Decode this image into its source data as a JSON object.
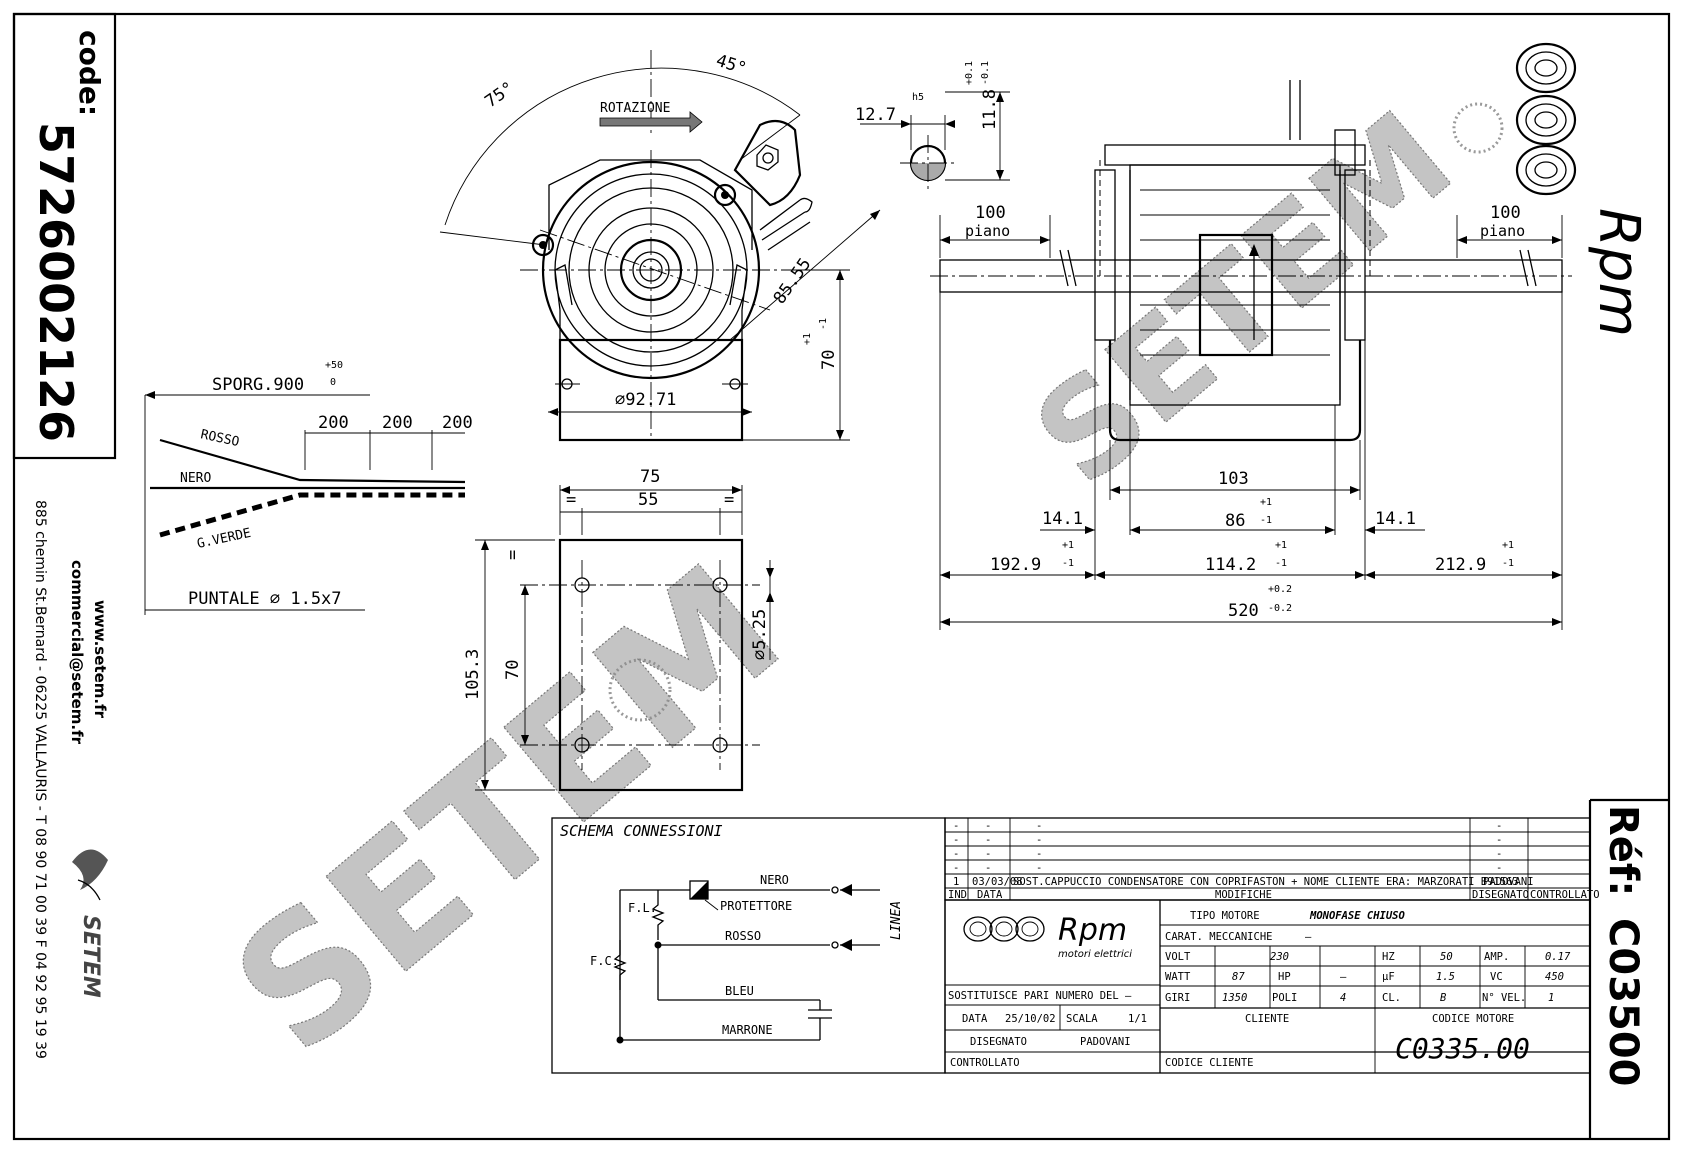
{
  "side_panel": {
    "code_label": "code:",
    "code_value": "5726002126",
    "website": "www.setem.fr",
    "email": "commercial@setem.fr",
    "address": "885 chemin St.Bernard  -  06225 VALLAURIS  -  T 08 90 71 00 39  F 04 92 95 19 39",
    "setem_logo_text": "SETEM"
  },
  "right_panel": {
    "brand": "Rpm",
    "ref_label": "Réf:",
    "ref_value": "C03500"
  },
  "watermark": {
    "text": "SETEM",
    "mark": "©"
  },
  "front_view": {
    "angle_left": "75°",
    "angle_right": "45°",
    "rotation_label": "ROTAZIONE",
    "diag_dim": "85.55",
    "height_dim": "70",
    "height_tol_plus": "+1",
    "height_tol_minus": "-1",
    "base_diameter": "⌀92.71"
  },
  "shaft_detail": {
    "diameter": "12.7",
    "fit": "h5",
    "flat_dim": "11.8",
    "flat_tol_plus": "+0.1",
    "flat_tol_minus": "-0.1"
  },
  "side_view": {
    "left_piano_len": "100",
    "left_piano_label": "piano",
    "right_piano_len": "100",
    "right_piano_label": "piano",
    "dim_103": "103",
    "dim_86": "86",
    "dim_86_tol_plus": "+1",
    "dim_86_tol_minus": "-1",
    "dim_14_left": "14.1",
    "dim_14_right": "14.1",
    "dim_192": "192.9",
    "dim_192_tol_plus": "+1",
    "dim_192_tol_minus": "-1",
    "dim_114": "114.2",
    "dim_114_tol_plus": "+1",
    "dim_114_tol_minus": "-1",
    "dim_212": "212.9",
    "dim_212_tol_plus": "+1",
    "dim_212_tol_minus": "-1",
    "dim_520": "520",
    "dim_520_tol_plus": "+0.2",
    "dim_520_tol_minus": "-0.2"
  },
  "cable": {
    "sporg_label": "SPORG.900",
    "sporg_tol_plus": "+50",
    "sporg_tol_minus": "0",
    "seg1": "200",
    "seg2": "200",
    "seg3": "200",
    "wire_red": "ROSSO",
    "wire_black": "NERO",
    "wire_green": "G.VERDE",
    "tip_label": "PUNTALE ⌀ 1.5x7"
  },
  "bracket": {
    "width": "75",
    "hole_spacing": "55",
    "eq": "=",
    "height": "105.3",
    "hole_vertical": "70",
    "hole_dia": "⌀5.25"
  },
  "schema": {
    "title": "SCHEMA CONNESSIONI",
    "nero": "NERO",
    "protettore": "PROTETTORE",
    "rosso": "ROSSO",
    "bleu": "BLEU",
    "marrone": "MARRONE",
    "linea": "LINEA",
    "fl": "F.L.",
    "fc": "F.C."
  },
  "revisions": {
    "rows": [
      {
        "ind": "-",
        "data": "-",
        "desc": "-",
        "dis": "-",
        "ctrl": ""
      },
      {
        "ind": "-",
        "data": "-",
        "desc": "-",
        "dis": "-",
        "ctrl": ""
      },
      {
        "ind": "-",
        "data": "-",
        "desc": "-",
        "dis": "-",
        "ctrl": ""
      },
      {
        "ind": "-",
        "data": "-",
        "desc": "-",
        "dis": "-",
        "ctrl": ""
      },
      {
        "ind": "1",
        "data": "03/03/08",
        "desc": "SOST.CAPPUCCIO CONDENSATORE CON COPRIFASTON + NOME CLIENTE ERA: MARZORATI B91563",
        "dis": "PADOVANI",
        "ctrl": ""
      }
    ],
    "hdr_ind": "IND",
    "hdr_data": "DATA",
    "hdr_modifiche": "MODIFICHE",
    "hdr_disegnato": "DISEGNATO",
    "hdr_controllato": "CONTROLLATO"
  },
  "title_block": {
    "logo_text": "Rpm",
    "logo_sub": "motori elettrici",
    "tipo_motore_label": "TIPO MOTORE",
    "tipo_motore": "MONOFASE CHIUSO",
    "carat_label": "CARAT. MECCANICHE",
    "carat": "—",
    "volt_label": "VOLT",
    "volt": "230",
    "hz_label": "HZ",
    "hz": "50",
    "amp_label": "AMP.",
    "amp": "0.17",
    "watt_label": "WATT",
    "watt": "87",
    "hp_label": "HP",
    "hp": "—",
    "uf_label": "µF",
    "uf": "1.5",
    "vc_label": "VC",
    "vc": "450",
    "giri_label": "GIRI",
    "giri": "1350",
    "poli_label": "POLI",
    "poli": "4",
    "cl_label": "CL.",
    "cl": "B",
    "nvel_label": "N° VEL.",
    "nvel": "1",
    "sostituisce_label": "SOSTITUISCE PARI NUMERO DEL",
    "sostituisce": "—",
    "data_label": "DATA",
    "data": "25/10/02",
    "scala_label": "SCALA",
    "scala": "1/1",
    "disegnato_label": "DISEGNATO",
    "disegnato": "PADOVANI",
    "controllato_label": "CONTROLLATO",
    "cliente_label": "CLIENTE",
    "codice_cliente_label": "CODICE CLIENTE",
    "codice_motore_label": "CODICE MOTORE",
    "codice_motore": "C0335.00"
  }
}
